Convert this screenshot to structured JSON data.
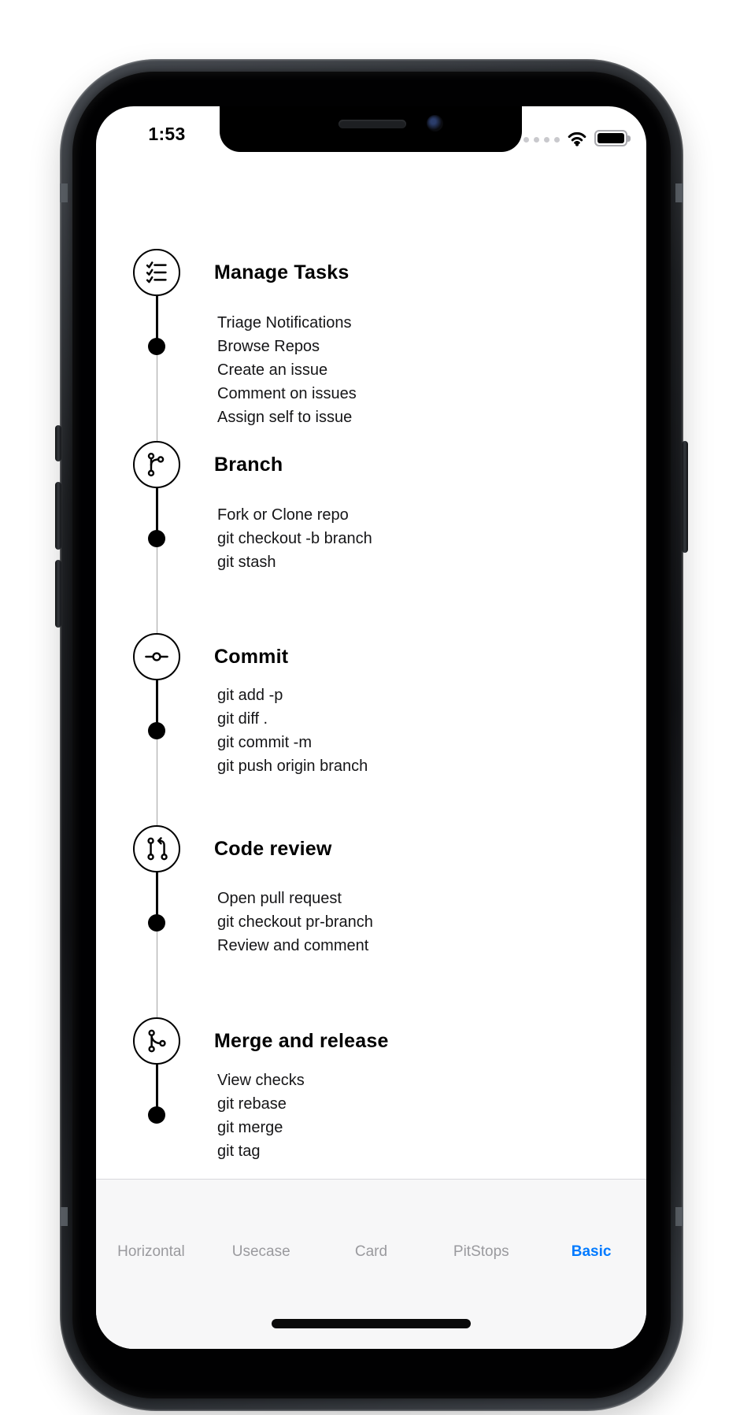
{
  "status_bar": {
    "time": "1:53",
    "icons": {
      "cellular": "cellular-dots-icon",
      "wifi": "wifi-icon",
      "battery": "battery-full-icon"
    }
  },
  "timeline": {
    "steps": [
      {
        "icon": "tasklist-icon",
        "title": "Manage Tasks",
        "items": [
          "Triage Notifications",
          "Browse Repos",
          "Create an issue",
          "Comment on issues",
          "Assign self to issue"
        ]
      },
      {
        "icon": "git-branch-icon",
        "title": "Branch",
        "items": [
          "Fork or Clone repo",
          "git checkout -b branch",
          "git stash"
        ]
      },
      {
        "icon": "git-commit-icon",
        "title": "Commit",
        "items": [
          "git add -p",
          "git diff .",
          "git commit -m",
          "git push origin branch"
        ]
      },
      {
        "icon": "git-pull-request-icon",
        "title": "Code review",
        "items": [
          "Open pull request",
          "git checkout pr-branch",
          "Review and comment"
        ]
      },
      {
        "icon": "git-merge-icon",
        "title": "Merge and release",
        "items": [
          "View checks",
          "git rebase",
          "git merge",
          "git tag"
        ]
      }
    ]
  },
  "tab_bar": {
    "tabs": [
      {
        "label": "Horizontal",
        "active": false
      },
      {
        "label": "Usecase",
        "active": false
      },
      {
        "label": "Card",
        "active": false
      },
      {
        "label": "PitStops",
        "active": false
      },
      {
        "label": "Basic",
        "active": true
      }
    ],
    "colors": {
      "active": "#007aff",
      "inactive": "#9a9a9e",
      "background": "#f7f7f8"
    }
  },
  "colors": {
    "timeline_ink": "#000000",
    "body_text": "#151517",
    "connector_thin": "#a3a3a3"
  }
}
